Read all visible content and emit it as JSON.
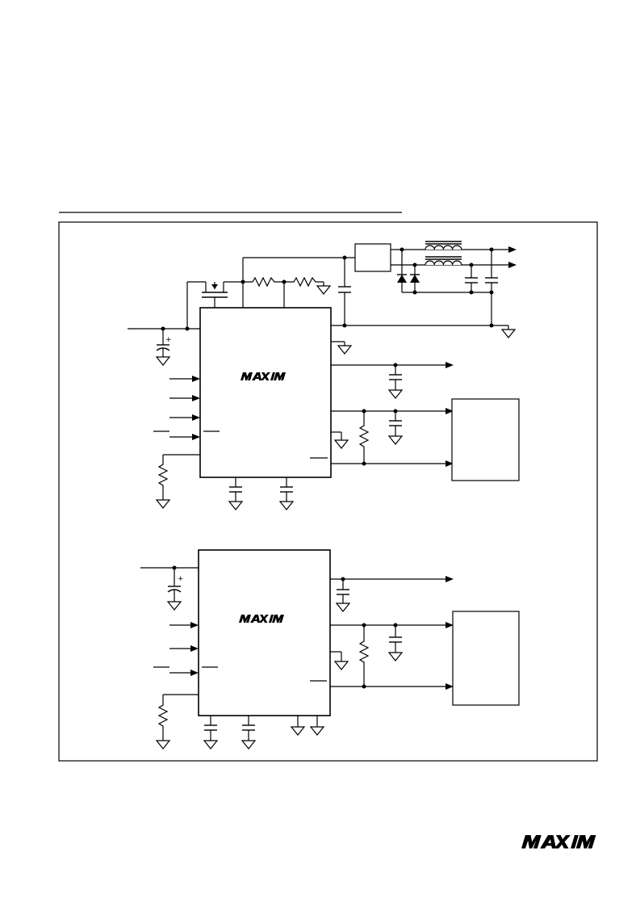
{
  "diagram": {
    "top_circuit": {
      "chip_logo": "MAXIM",
      "input_cap_polarity": "+"
    },
    "bottom_circuit": {
      "chip_logo": "MAXIM",
      "input_cap_polarity": "+"
    }
  },
  "footer": {
    "logo": "MAXIM"
  }
}
